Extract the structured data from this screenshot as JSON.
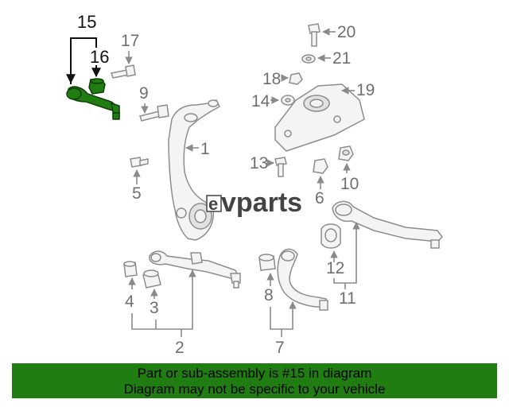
{
  "brand": {
    "prefix": "e",
    "name": "vparts",
    "color": "#444444"
  },
  "highlight_color": "#1f7d12",
  "callouts": {
    "c1": "1",
    "c2": "2",
    "c3": "3",
    "c4": "4",
    "c5": "5",
    "c6": "6",
    "c7": "7",
    "c8": "8",
    "c9": "9",
    "c10": "10",
    "c11": "11",
    "c12": "12",
    "c13": "13",
    "c14": "14",
    "c15": "15",
    "c16": "16",
    "c17": "17",
    "c18": "18",
    "c19": "19",
    "c20": "20",
    "c21": "21"
  },
  "banner": {
    "line1": "Part or sub-assembly is #15 in diagram",
    "line2": "Diagram may not be specific to your vehicle"
  }
}
